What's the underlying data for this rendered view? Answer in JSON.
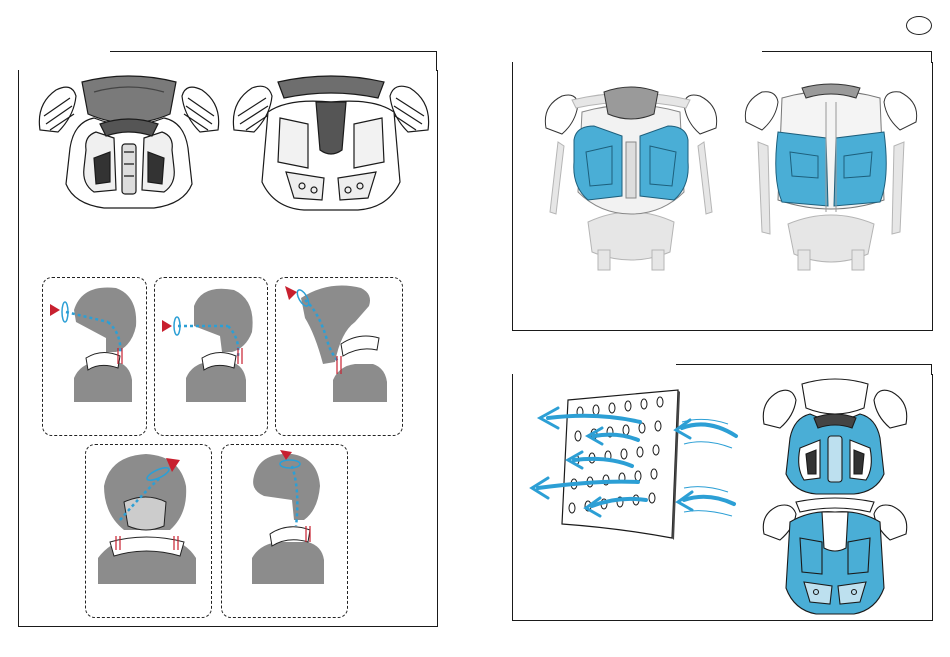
{
  "page": {
    "badge_text": "",
    "language_badge": "empty-oval"
  },
  "colors": {
    "guard_blue": "#4aaed6",
    "skeleton_gray": "#d9d9d9",
    "arrow_red": "#c8202f",
    "dot_blue": "#2c9fd5",
    "helmet_gray": "#8c8c8c",
    "ink": "#1a1a1a"
  },
  "panels": {
    "left_main": {
      "items": [
        "front-view",
        "back-view",
        "step-1",
        "step-2",
        "step-3",
        "step-4",
        "step-5"
      ]
    },
    "top_right": {
      "items": [
        "skeleton-front",
        "skeleton-back"
      ]
    },
    "bottom_right": {
      "items": [
        "ventilation-sheet",
        "guard-front-blue",
        "guard-back-blue"
      ]
    }
  },
  "icons": [
    "red-arrow-icon",
    "blue-ring-icon",
    "airflow-arrow-icon"
  ]
}
